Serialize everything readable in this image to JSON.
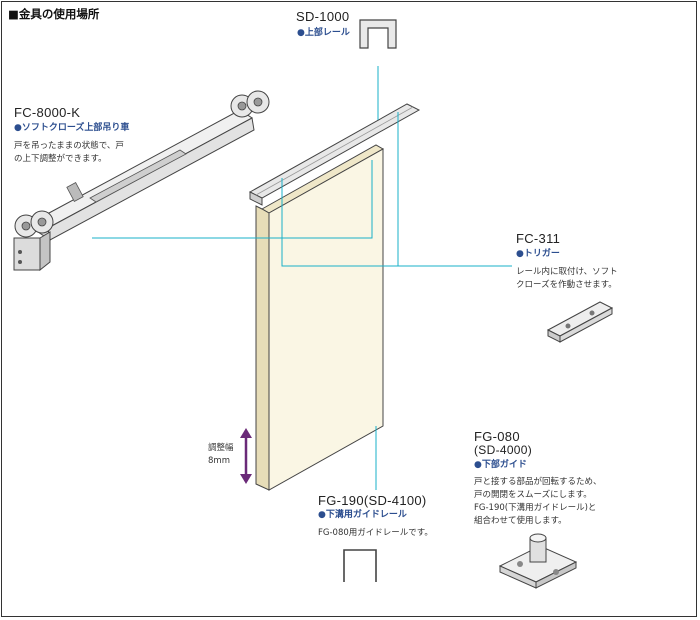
{
  "page": {
    "title": "■金具の使用場所"
  },
  "parts": {
    "rail_top": {
      "model": "SD-1000",
      "name": "●上部レール"
    },
    "hanger": {
      "model": "FC-8000-K",
      "name": "●ソフトクローズ上部吊り車",
      "desc": [
        "戸を吊ったままの状態で、戸",
        "の上下調整ができます。"
      ]
    },
    "trigger": {
      "model": "FC-311",
      "name": "●トリガー",
      "desc": [
        "レール内に取付け、ソフト",
        "クローズを作動させます。"
      ]
    },
    "bottom_rail": {
      "model": "FG-190(SD-4100)",
      "name": "●下溝用ガイドレール",
      "desc": [
        "FG-080用ガイドレールです。"
      ]
    },
    "bottom_guide": {
      "model": "FG-080",
      "model_alt": "(SD-4000)",
      "name": "●下部ガイド",
      "desc": [
        "戸と接する部品が回転するため、",
        "戸の開閉をスムーズにします。",
        "FG-190(下溝用ガイドレール)と",
        "組合わせて使用します。"
      ]
    },
    "adjust": {
      "label": "調整幅",
      "value": "8mm"
    }
  },
  "colors": {
    "leader": "#1ab0c8",
    "door_face": "#faf6e4",
    "door_edge": "#efe7c8",
    "accent_blue": "#2c4e8f",
    "arrow": "#6a2a78"
  }
}
